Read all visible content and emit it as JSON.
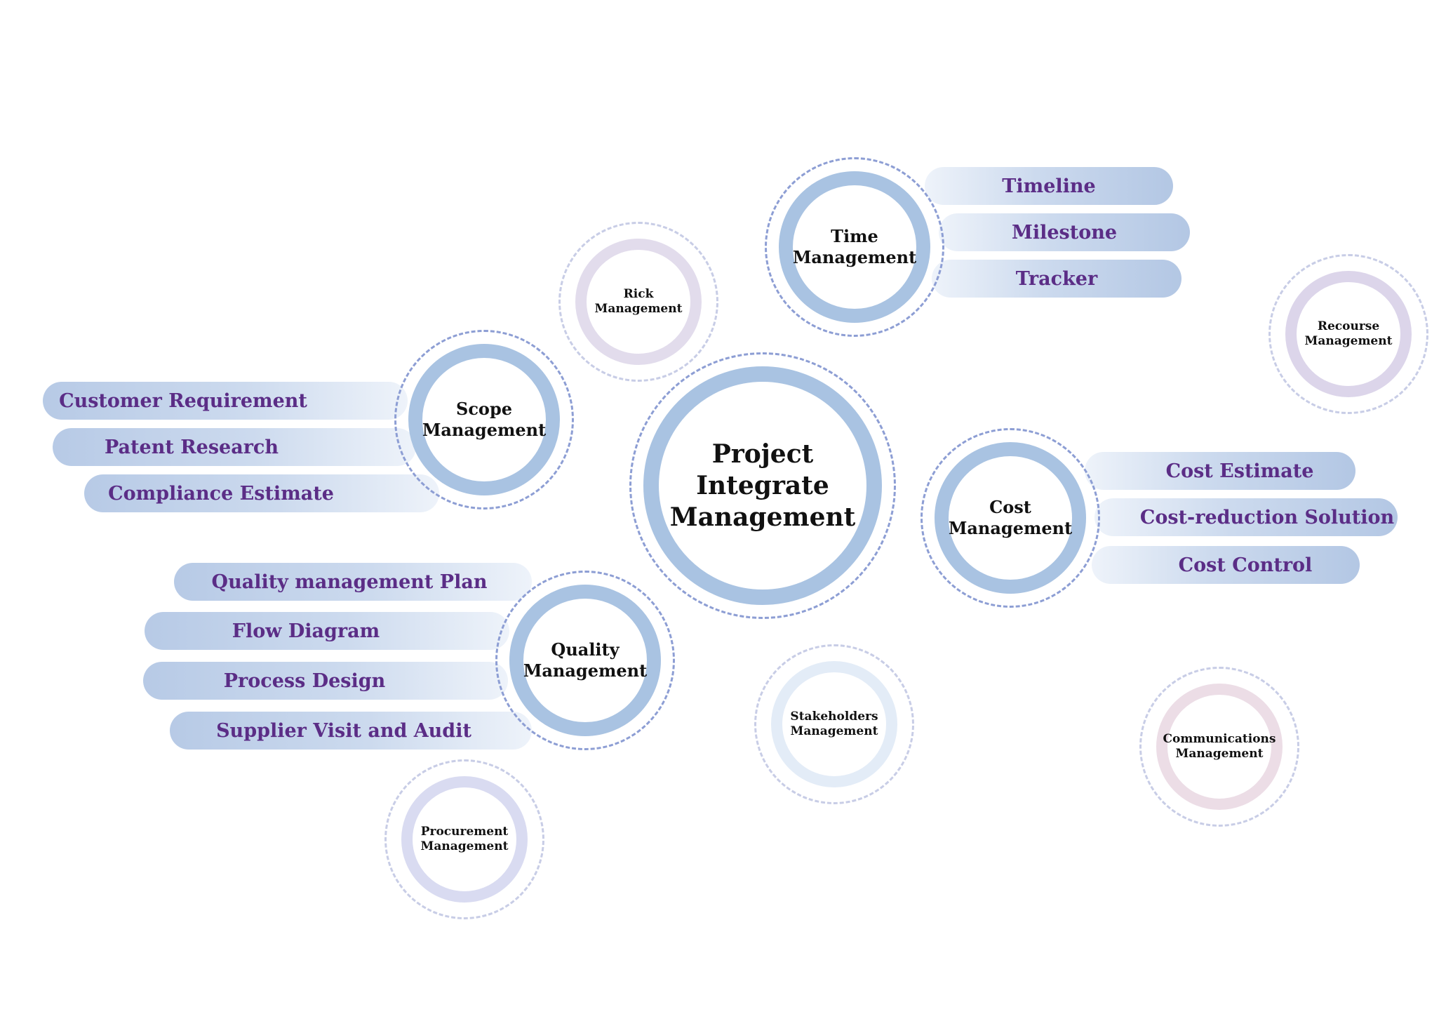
{
  "center": {
    "line1": "Project",
    "line2": "Integrate",
    "line3": "Management"
  },
  "nodes": {
    "time": {
      "line1": "Time",
      "line2": "Management"
    },
    "risk": {
      "line1": "Rick",
      "line2": "Management"
    },
    "scope": {
      "line1": "Scope",
      "line2": "Management"
    },
    "cost": {
      "line1": "Cost",
      "line2": "Management"
    },
    "quality": {
      "line1": "Quality",
      "line2": "Management"
    },
    "resource": {
      "line1": "Recourse",
      "line2": "Management"
    },
    "stakeholders": {
      "line1": "Stakeholders",
      "line2": "Management"
    },
    "communications": {
      "line1": "Communications",
      "line2": "Management"
    },
    "procurement": {
      "line1": "Procurement",
      "line2": "Management"
    }
  },
  "time_items": [
    "Timeline",
    "Milestone",
    "Tracker"
  ],
  "scope_items": [
    "Customer Requirement",
    "Patent Research",
    "Compliance Estimate"
  ],
  "cost_items": [
    "Cost Estimate",
    "Cost-reduction Solution",
    "Cost Control"
  ],
  "quality_items": [
    "Quality management Plan",
    "Flow Diagram",
    "Process Design",
    "Supplier Visit and Audit"
  ],
  "colors": {
    "pill_text": "#5b2d86",
    "main_ring": "#a9c3e2",
    "risk_ring": "#e2dcec",
    "resource_ring": "#dcd5ea",
    "stakeholders_ring": "#e3ecf7",
    "communications_ring": "#ecdde6",
    "procurement_ring": "#d9dbf1"
  }
}
